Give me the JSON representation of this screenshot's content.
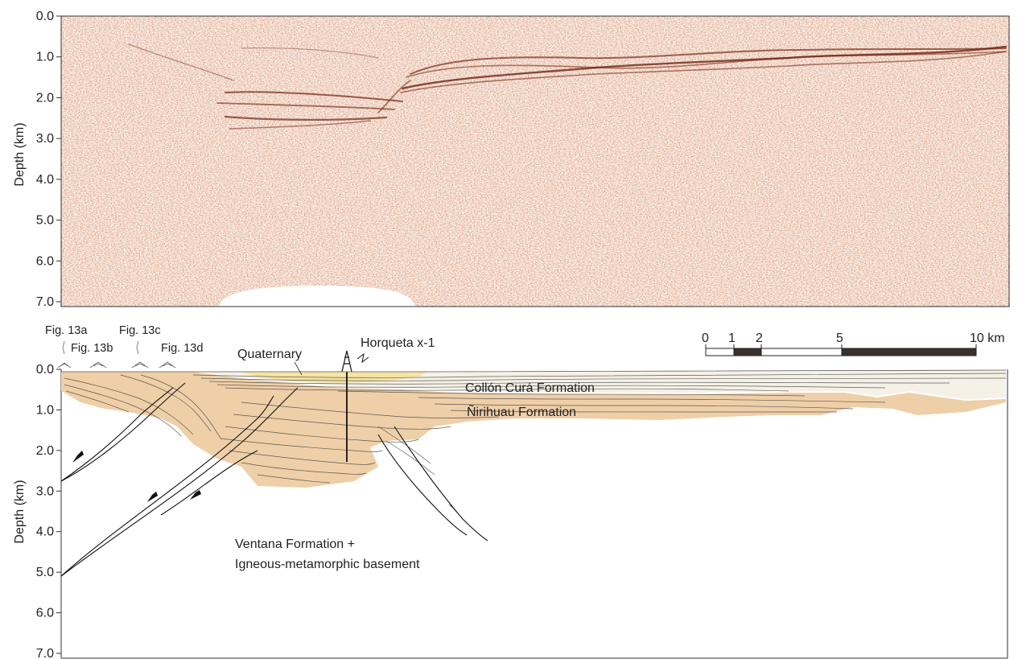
{
  "seismic_section": {
    "ylabel": "Depth (km)",
    "y_ticks": [
      "0.0",
      "1.0",
      "2.0",
      "3.0",
      "4.0",
      "5.0",
      "6.0",
      "7.0"
    ],
    "ylim": [
      0,
      7
    ],
    "trace_color": "#b0583a"
  },
  "interpreted_section": {
    "ylabel": "Depth (km)",
    "y_ticks": [
      "0.0",
      "1.0",
      "2.0",
      "3.0",
      "4.0",
      "5.0",
      "6.0",
      "7.0"
    ],
    "ylim": [
      0,
      7
    ],
    "fig_refs": [
      "Fig. 13a",
      "Fig. 13b",
      "Fig. 13c",
      "Fig. 13d"
    ],
    "well": "Horqueta x-1",
    "units": {
      "quaternary": "Quaternary",
      "collon_cura": "Collón Curá Formation",
      "nirihuau": "Ñirihuau Formation",
      "basement_line1": "Ventana Formation +",
      "basement_line2": "Igneous-metamorphic basement"
    },
    "scale_bar": {
      "ticks": [
        "0",
        "1",
        "2",
        "5"
      ],
      "end_label": "10 km"
    },
    "colors": {
      "nirihuau": "#efcfa8",
      "quaternary": "#f6e4a4",
      "collon_cura": "#f5f1e6"
    }
  }
}
